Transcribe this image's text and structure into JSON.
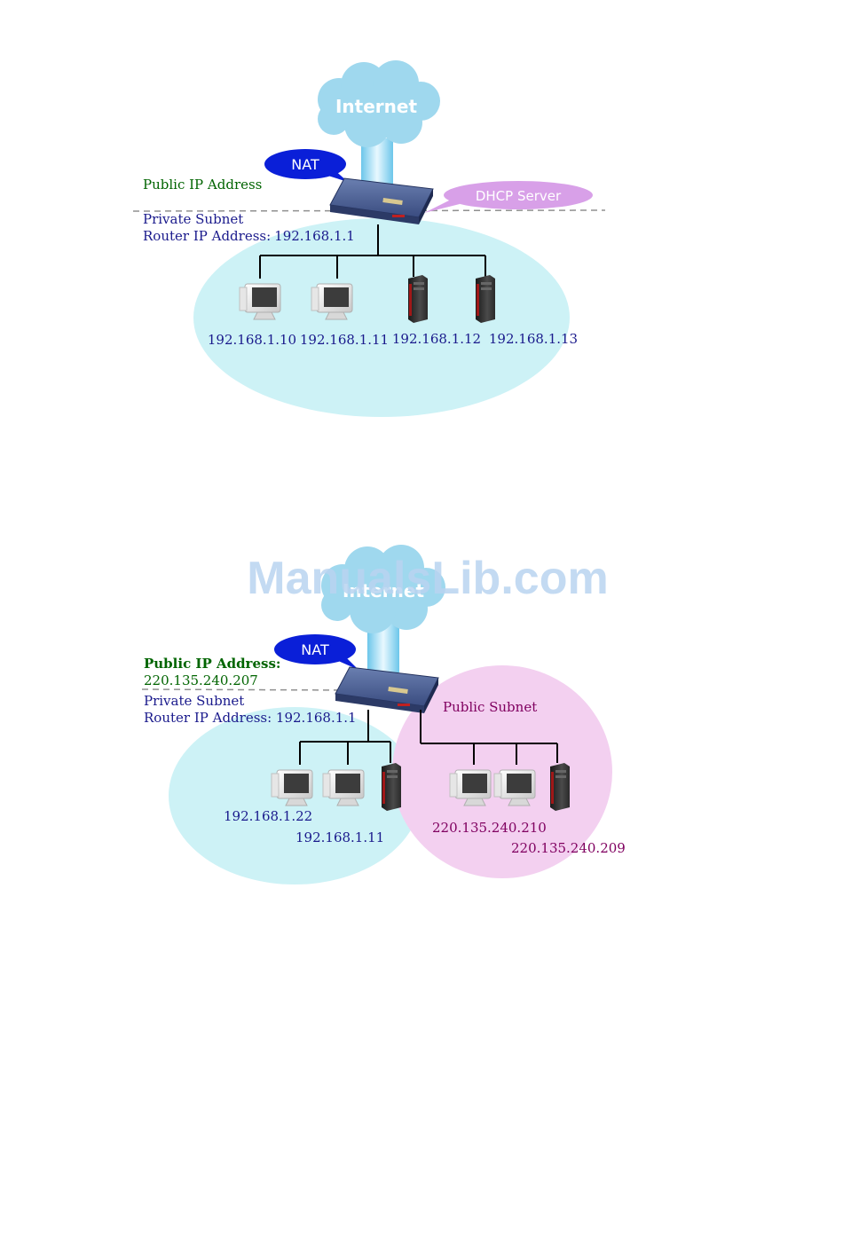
{
  "colors": {
    "cloud": "#9fd8ee",
    "private_subnet": "#cdf2f6",
    "public_subnet": "#f3d0f0",
    "nat_bubble": "#0a1fd8",
    "dhcp_bubble": "#d8a0e8",
    "green_text": "#006400",
    "blue_text": "#1a1a8c",
    "purple_text": "#800060",
    "watermark": "#b9d4f0"
  },
  "diagram1": {
    "cloud_label": "Internet",
    "nat_label": "NAT",
    "dhcp_label": "DHCP Server",
    "public_ip_label": "Public IP Address",
    "private_subnet_label": "Private Subnet",
    "router_ip_label": "Router IP Address:",
    "router_ip": "192.168.1.1",
    "hosts": [
      "192.168.1.10",
      "192.168.1.11",
      "192.168.1.12",
      "192.168.1.13"
    ]
  },
  "diagram2": {
    "cloud_label": "Internet",
    "nat_label": "NAT",
    "public_ip_label": "Public IP Address:",
    "public_ip": "220.135.240.207",
    "private_subnet_label": "Private Subnet",
    "router_ip_label": "Router IP Address: 192.168.1.1",
    "public_subnet_label": "Public Subnet",
    "private_hosts": [
      "192.168.1.22",
      "192.168.1.11"
    ],
    "public_hosts": [
      "220.135.240.210",
      "220.135.240.209"
    ]
  },
  "watermark": "ManualsLib.com"
}
